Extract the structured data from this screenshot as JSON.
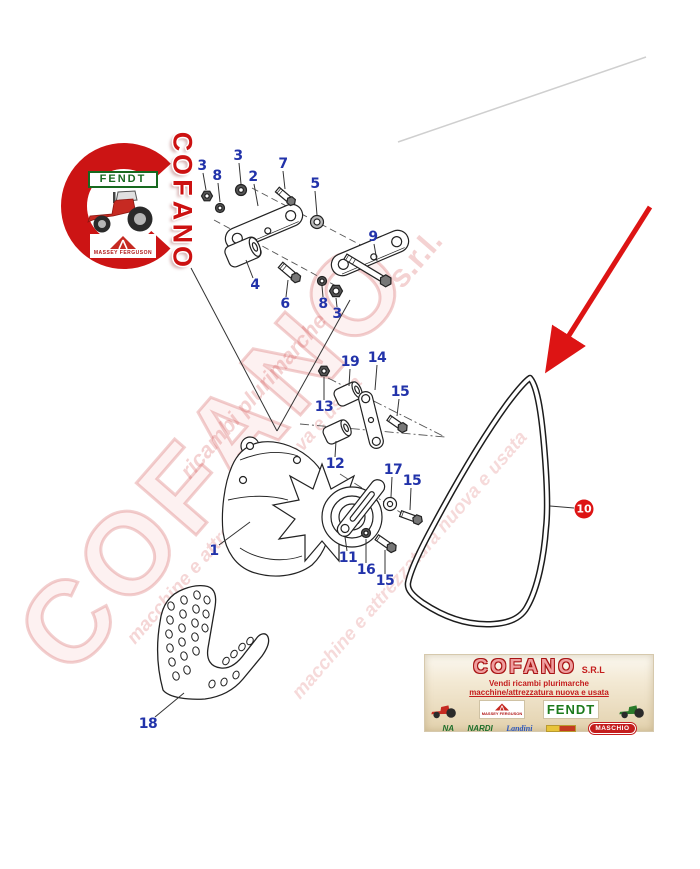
{
  "colors": {
    "callout_blue": "#2233aa",
    "accent_red": "#dd1414",
    "fendt_green": "#1c7a1c"
  },
  "logo": {
    "fendt": "FENDT",
    "massey": "MASSEY FERGUSON",
    "vertical_letters": [
      "C",
      "O",
      "F",
      "A",
      "N",
      "O"
    ]
  },
  "watermark": {
    "big": "COFANO",
    "srl": "s.r.l.",
    "line1": "ricambi plurimarche",
    "line2": "macchine e attrezzatura nuova e usata"
  },
  "callouts": [
    {
      "label": "3"
    },
    {
      "label": "8"
    },
    {
      "label": "3"
    },
    {
      "label": "2"
    },
    {
      "label": "7"
    },
    {
      "label": "5"
    },
    {
      "label": "9"
    },
    {
      "label": "4"
    },
    {
      "label": "6"
    },
    {
      "label": "8"
    },
    {
      "label": "3"
    },
    {
      "label": "19"
    },
    {
      "label": "14"
    },
    {
      "label": "13"
    },
    {
      "label": "15"
    },
    {
      "label": "12"
    },
    {
      "label": "17"
    },
    {
      "label": "15"
    },
    {
      "label": "1"
    },
    {
      "label": "11"
    },
    {
      "label": "16"
    },
    {
      "label": "15"
    },
    {
      "label": "18"
    }
  ],
  "belt_callout": {
    "label": "10"
  },
  "banner": {
    "title": "COFANO",
    "suffix": "S.R.L",
    "line1": "Vendi ricambi plurimarche",
    "line2": "macchine/attrezzatura nuova e usata",
    "brands": {
      "massey": "MASSEY FERGUSON",
      "fendt": "FENDT",
      "na": "NA",
      "nardi": "NARDI",
      "landini": "Landini",
      "maschio": "MASCHIO"
    }
  }
}
